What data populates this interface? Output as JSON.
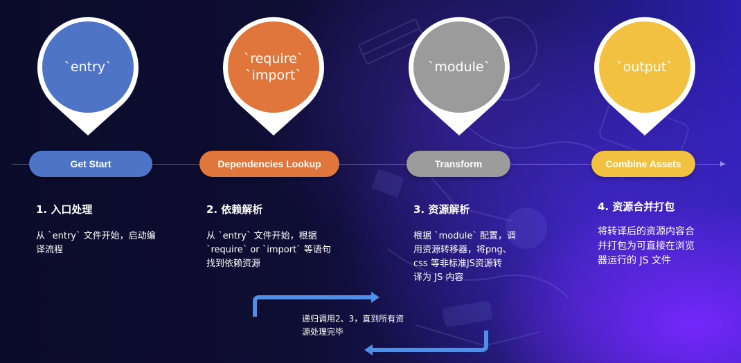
{
  "steps": [
    {
      "bubble": [
        "`entry`"
      ],
      "pill": "Get Start",
      "title": "1. 入口处理",
      "desc_lines": [
        "从 `entry` 文件开始，启动编",
        "译流程"
      ],
      "color": "#4d74c7"
    },
    {
      "bubble": [
        "`require`",
        "`import`"
      ],
      "pill": "Dependencies Lookup",
      "title": "2. 依赖解析",
      "desc_lines": [
        "从 `entry` 文件开始，根据",
        "`require` or `import` 等语句",
        "找到依赖资源"
      ],
      "color": "#e0763b"
    },
    {
      "bubble": [
        "`module`"
      ],
      "pill": "Transform",
      "title": "3. 资源解析",
      "desc_lines": [
        "根据 `module` 配置，调",
        "用资源转移器，将png、",
        "css  等非标准JS资源转",
        "译为 JS 内容"
      ],
      "color": "#9b9b9b"
    },
    {
      "bubble": [
        "`output`"
      ],
      "pill": "Combine Assets",
      "title": "4. 资源合并打包",
      "desc_lines": [
        "将转译后的资源内容合",
        "并打包为可直接在浏览",
        "器运行的 JS 文件"
      ],
      "color": "#f3c142"
    }
  ],
  "loop": {
    "text_lines": [
      "递归调用2、3，直到所有资",
      "源处理完毕"
    ],
    "arrow_color": "#4f8fe8"
  }
}
